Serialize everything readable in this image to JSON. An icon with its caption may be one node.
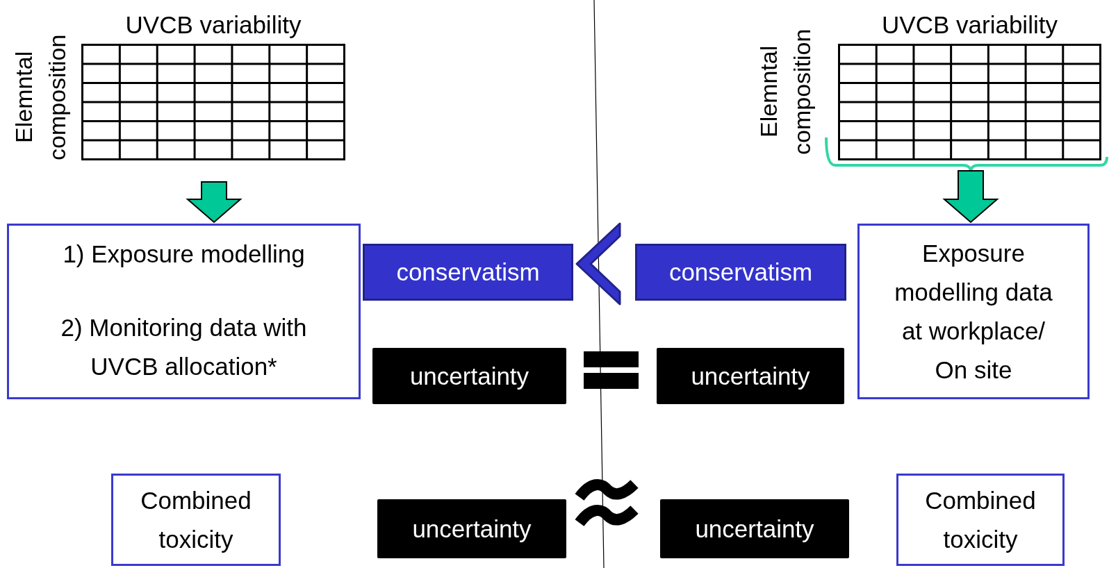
{
  "diagram": {
    "nodes": [
      {
        "text": [
          "UVCB variability",
          "Elemntal composition"
        ]
      },
      {
        "text": [
          "UVCB variability",
          "Elemntal composition"
        ]
      },
      {
        "text": [
          "1) Exposure modelling",
          "2) Monitoring data with UVCB allocation*"
        ]
      },
      {
        "text": [
          "conservatism"
        ]
      },
      {
        "text": [
          "conservatism"
        ]
      },
      {
        "text": [
          "Exposure modelling data at workplace/ On site"
        ]
      },
      {
        "text": [
          "uncertainty"
        ]
      },
      {
        "text": [
          "uncertainty"
        ]
      },
      {
        "text": [
          "Combined toxicity"
        ]
      },
      {
        "text": [
          "uncertainty"
        ]
      },
      {
        "text": [
          "uncertainty"
        ]
      },
      {
        "text": [
          "Combined toxicity"
        ]
      }
    ],
    "edges": [
      {
        "from": 0,
        "to": 2,
        "arrow": "to",
        "style": "thick",
        "color": "#00c896"
      },
      {
        "from": 1,
        "to": 5,
        "arrow": "to",
        "style": "thick",
        "color": "#00c896"
      }
    ]
  }
}
